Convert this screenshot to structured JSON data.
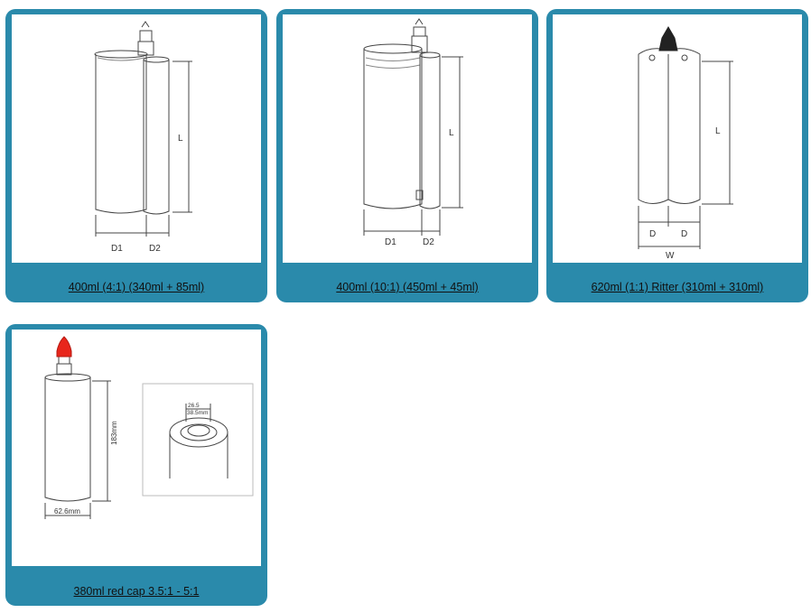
{
  "products": [
    {
      "title": "400ml (4:1) (340ml + 85ml)",
      "dimension_labels": {
        "length": "L",
        "diameter1": "D1",
        "diameter2": "D2"
      }
    },
    {
      "title": "400ml (10:1) (450ml + 45ml)",
      "dimension_labels": {
        "length": "L",
        "diameter1": "D1",
        "diameter2": "D2"
      }
    },
    {
      "title": "620ml (1:1) Ritter (310ml + 310ml)",
      "dimension_labels": {
        "length": "L",
        "diameter_left": "D",
        "diameter_right": "D",
        "width": "W"
      }
    },
    {
      "title": "380ml red cap 3.5:1 - 5:1",
      "dimension_labels": {
        "height": "183mm",
        "diameter": "62.6mm",
        "outlet_inner": "26.5",
        "outlet_outer": "38.5mm"
      },
      "colors": {
        "cap": "#e8261c"
      }
    }
  ],
  "colors": {
    "card_background": "#2a8aab",
    "image_background": "#ffffff"
  }
}
